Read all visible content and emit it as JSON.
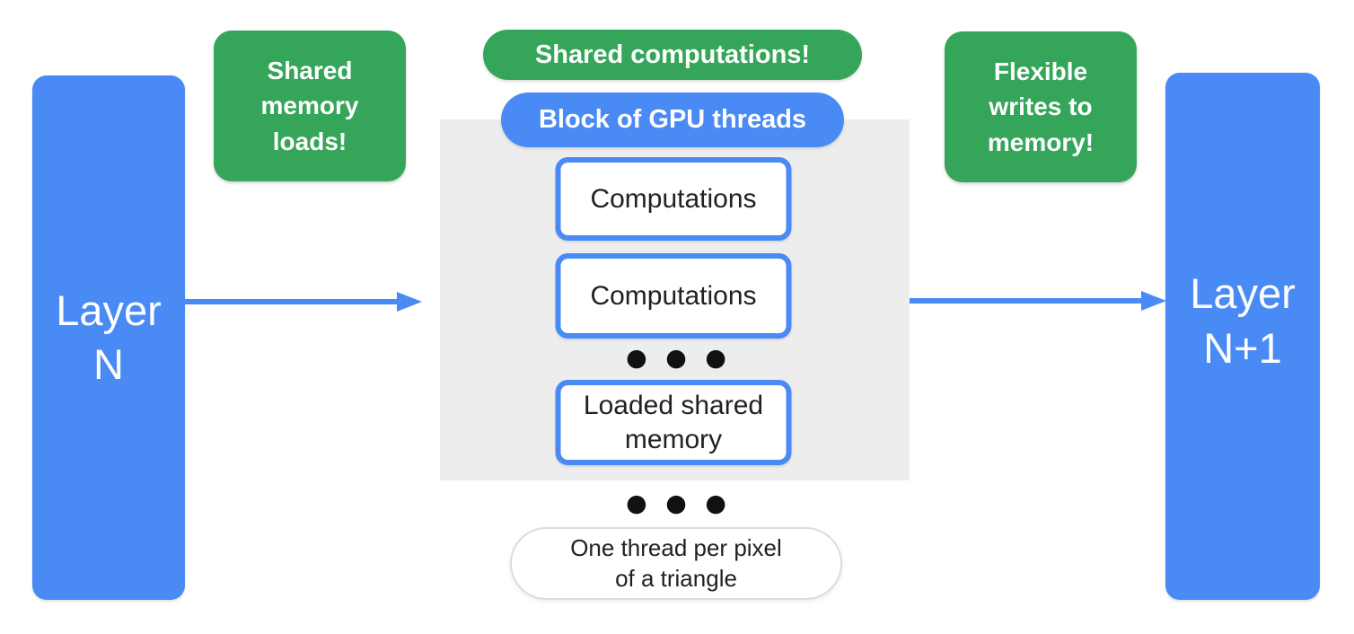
{
  "colors": {
    "blue": "#4a8af5",
    "green": "#35a659",
    "panel_gray": "#ededed",
    "pill_border": "#dadce0",
    "text_dark": "#202124",
    "text_light": "#ffffff",
    "dot_black": "#111111"
  },
  "left_layer": {
    "label": "Layer N"
  },
  "right_layer": {
    "label": "Layer N+1"
  },
  "notes": {
    "left": "Shared memory loads!",
    "right": "Flexible writes to memory!"
  },
  "pills": {
    "shared_computations": "Shared computations!",
    "block_of_gpu_threads": "Block of GPU threads",
    "one_thread_per_pixel": "One thread per pixel of a triangle"
  },
  "gpu_block": {
    "boxes": [
      "Computations",
      "Computations",
      "Loaded shared memory"
    ],
    "ellipsis": "● ● ●"
  }
}
